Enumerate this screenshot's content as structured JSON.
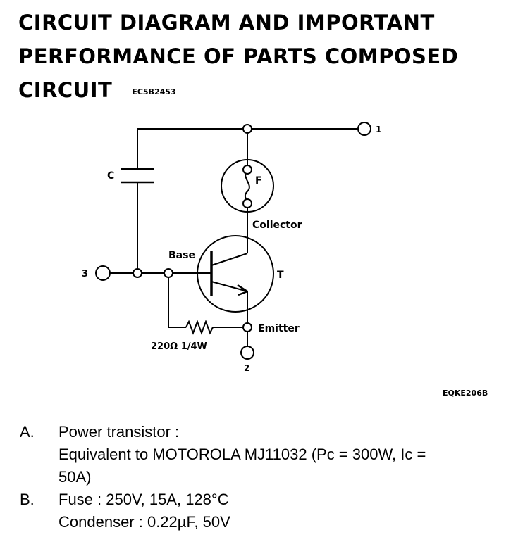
{
  "title": {
    "line1": "CIRCUIT DIAGRAM AND IMPORTANT",
    "line2": "PERFORMANCE OF PARTS COMPOSED",
    "line3": "CIRCUIT",
    "code": "EC5B2453"
  },
  "diagram": {
    "terminal_1": "1",
    "terminal_2": "2",
    "terminal_3": "3",
    "capacitor_label": "C",
    "fuse_label": "F",
    "transistor_label": "T",
    "collector_label": "Collector",
    "base_label": "Base",
    "emitter_label": "Emitter",
    "resistor_label": "220Ω 1/4W"
  },
  "figure_code": "EQKE206B",
  "specs": {
    "a": {
      "letter": "A.",
      "heading": "Power transistor :",
      "line2": "Equivalent to MOTOROLA MJ11032 (Pc = 300W, Ic =",
      "line3": "50A)"
    },
    "b": {
      "letter": "B.",
      "fuse": "Fuse : 250V, 15A, 128°C",
      "condenser": "Condenser : 0.22µF, 50V"
    }
  }
}
